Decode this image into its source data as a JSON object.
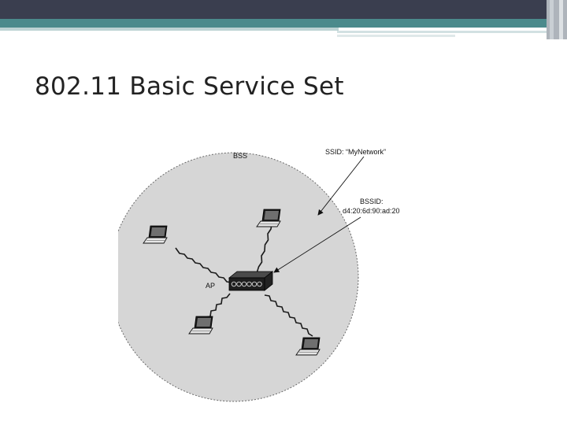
{
  "slide": {
    "title": "802.11 Basic Service Set"
  },
  "diagram": {
    "bss_label": "BSS",
    "ssid_label": "SSID: “MyNetwork”",
    "bssid_label_line1": "BSSID:",
    "bssid_label_line2": "d4:20:6d:90:ad:20",
    "ap_label": "AP",
    "client_count": 4
  },
  "colors": {
    "header_dark": "#3a3e4f",
    "header_teal": "#4b8a8c",
    "header_light": "#a9c6c8",
    "bss_fill": "#d6d6d6"
  }
}
